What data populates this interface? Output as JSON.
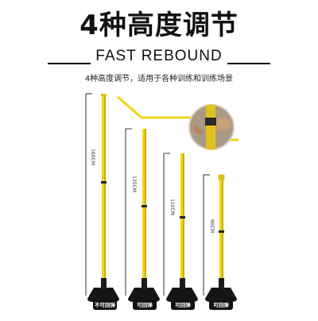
{
  "title": "4种高度调节",
  "subtitle": "FAST REBOUND",
  "description": "4种高度调节，适用于各种训练和训练场景",
  "colors": {
    "pole": "#f2d51a",
    "pole_dark": "#c9ad0a",
    "base": "#151515",
    "badge_bg": "#111111"
  },
  "poles": [
    {
      "height_label": "160CM",
      "badge": "不可回弹"
    },
    {
      "height_label": "135CM",
      "badge": "可回弹"
    },
    {
      "height_label": "110CM",
      "badge": "可回弹"
    },
    {
      "height_label": "90CM",
      "badge": "可回弹"
    }
  ]
}
